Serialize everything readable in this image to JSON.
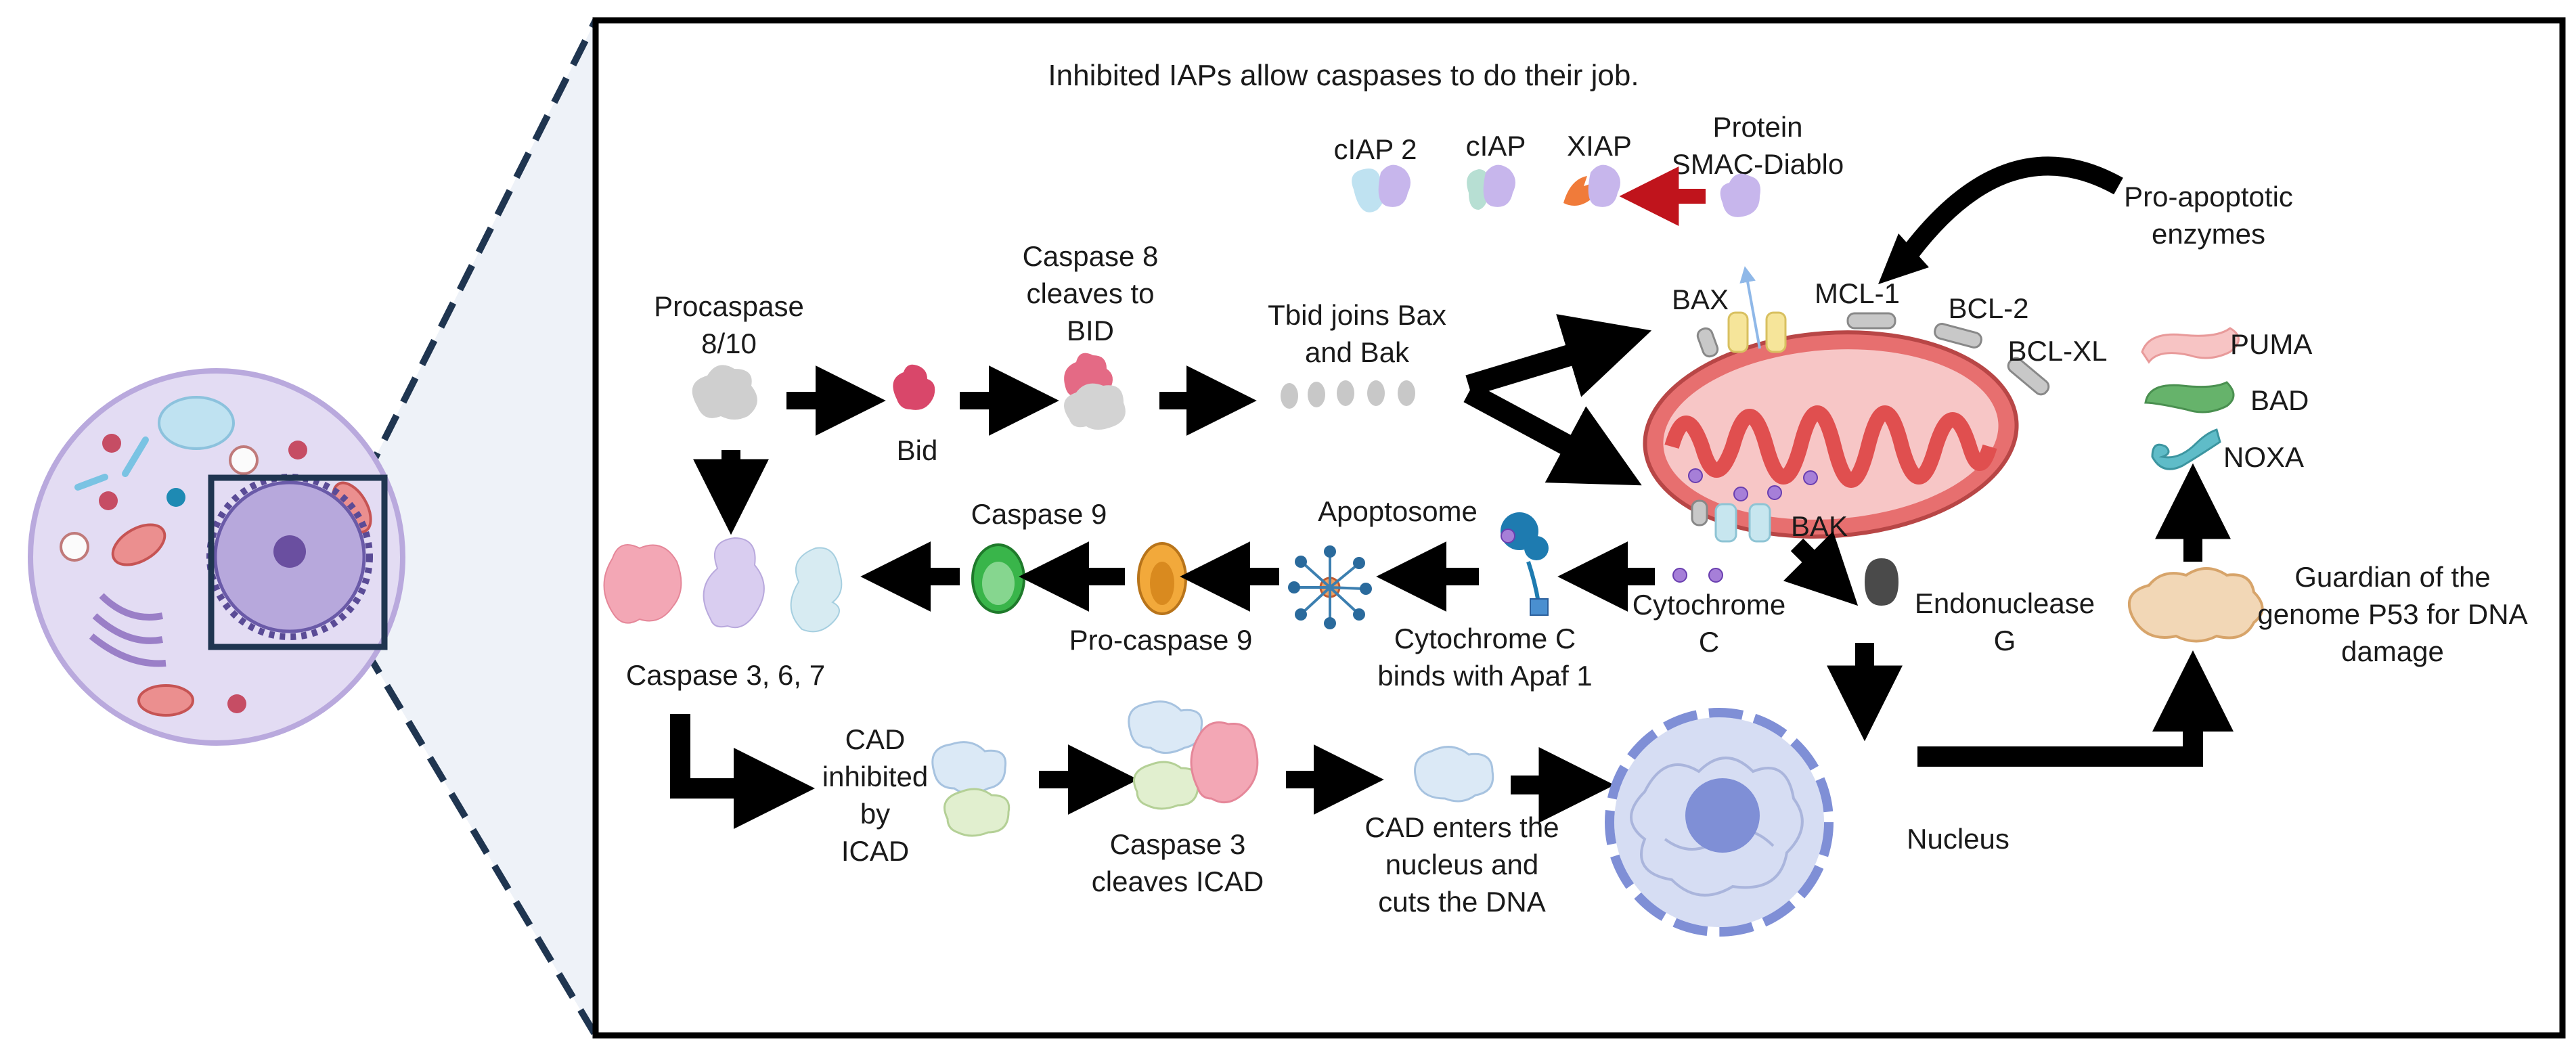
{
  "title": "Inhibited IAPs allow caspases to do their job.",
  "labels": {
    "ciap2": "cIAP 2",
    "ciap": "cIAP",
    "xiap": "XIAP",
    "smac_l1": "Protein",
    "smac_l2": "SMAC-Diablo",
    "pro_apop_l1": "Pro-apoptotic",
    "pro_apop_l2": "enzymes",
    "procaspase_l1": "Procaspase",
    "procaspase_l2": "8/10",
    "bid": "Bid",
    "casp8_l1": "Caspase 8",
    "casp8_l2": "cleaves to",
    "casp8_l3": "BID",
    "tbid_l1": "Tbid joins Bax",
    "tbid_l2": "and Bak",
    "bax": "BAX",
    "mcl1": "MCL-1",
    "bcl2": "BCL-2",
    "bclxl": "BCL-XL",
    "bak": "BAK",
    "puma": "PUMA",
    "bad": "BAD",
    "noxa": "NOXA",
    "apoptosome": "Apoptosome",
    "casp9": "Caspase 9",
    "procasp9": "Pro-caspase 9",
    "cytc_apaf_l1": "Cytochrome C",
    "cytc_apaf_l2": "binds with Apaf 1",
    "cytc_l1": "Cytochrome",
    "cytc_l2": "C",
    "endo_l1": "Endonuclease",
    "endo_l2": "G",
    "p53_l1": "Guardian of the",
    "p53_l2": "genome P53 for DNA",
    "p53_l3": "damage",
    "casp367": "Caspase 3, 6, 7",
    "cad_l1": "CAD",
    "cad_l2": "inhibited",
    "cad_l3": "by",
    "cad_l4": "ICAD",
    "casp3_l1": "Caspase 3",
    "casp3_l2": "cleaves ICAD",
    "cadnuc_l1": "CAD enters the",
    "cadnuc_l2": "nucleus and",
    "cadnuc_l3": "cuts the DNA",
    "nucleus": "Nucleus"
  },
  "colors": {
    "frame": "#000000",
    "zoom_dash": "#1f3550",
    "cell_fill": "#ddd6f0",
    "mito_outer": "#e76f6f",
    "mito_inner": "#f7c6c6",
    "nucleus_fill": "#c9d3f0",
    "nucleolus": "#7f8fd6",
    "inhibit_arrow": "#c0141c"
  }
}
